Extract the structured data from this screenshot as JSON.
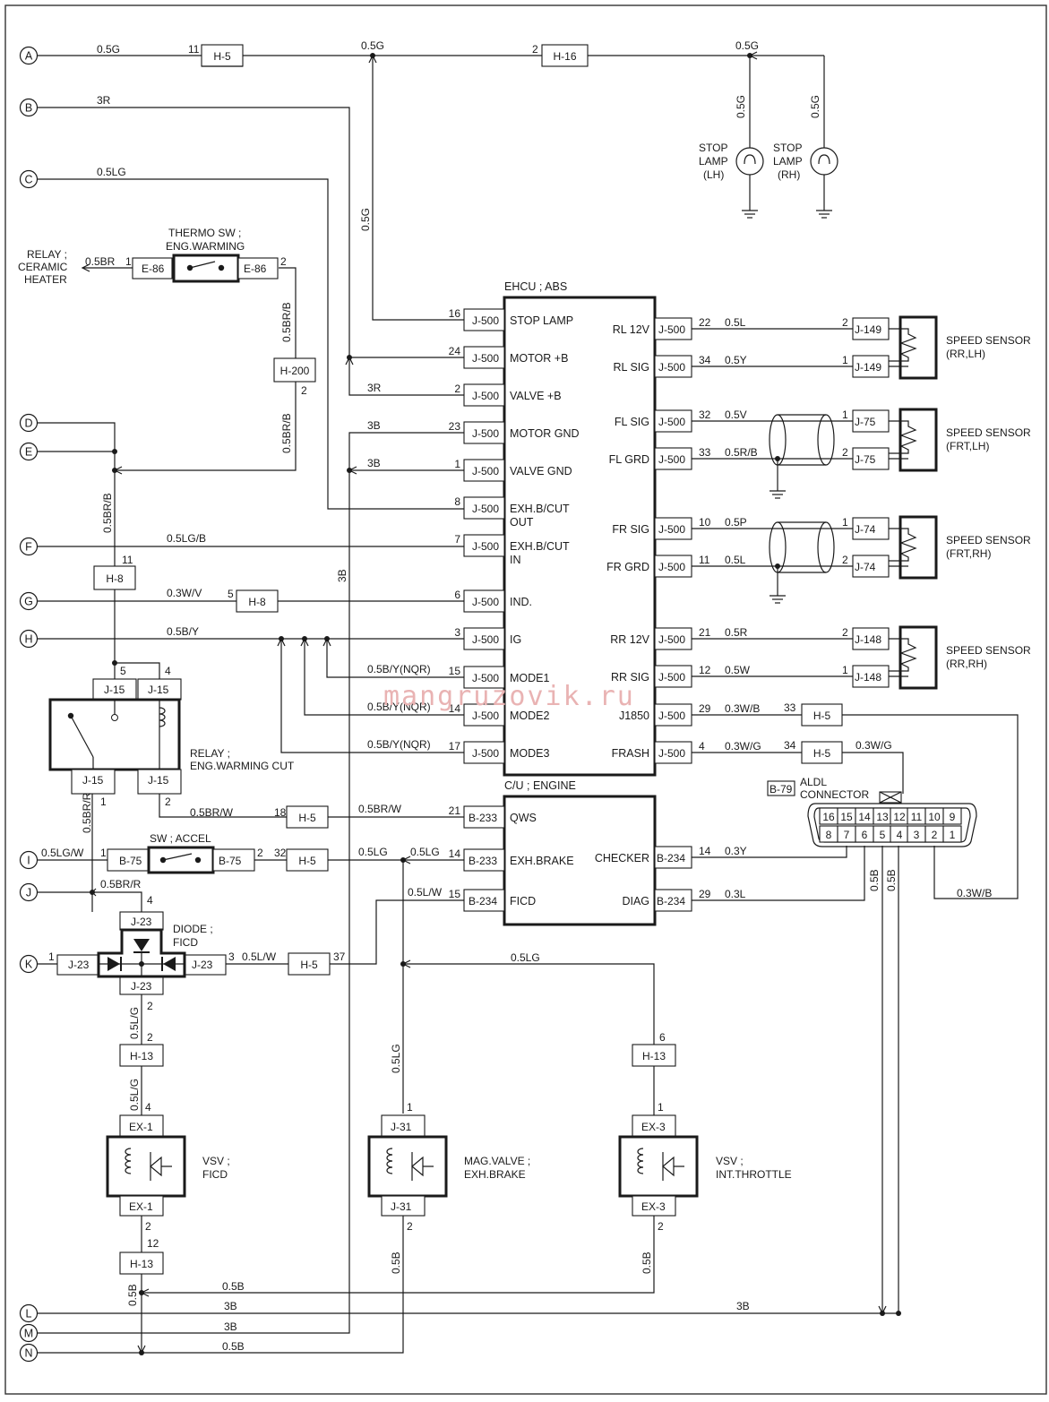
{
  "terminals": [
    "A",
    "B",
    "C",
    "D",
    "E",
    "F",
    "G",
    "H",
    "I",
    "J",
    "K",
    "L",
    "M",
    "N"
  ],
  "watermark": "mangruzovik.ru",
  "ehcu": {
    "title": "EHCU ; ABS",
    "left_pins": [
      {
        "pin": "16",
        "conn": "J-500",
        "label": "STOP LAMP"
      },
      {
        "pin": "24",
        "conn": "J-500",
        "label": "MOTOR +B"
      },
      {
        "pin": "2",
        "conn": "J-500",
        "label": "VALVE +B"
      },
      {
        "pin": "23",
        "conn": "J-500",
        "label": "MOTOR GND"
      },
      {
        "pin": "1",
        "conn": "J-500",
        "label": "VALVE GND"
      },
      {
        "pin": "8",
        "conn": "J-500",
        "label": "EXH.B/CUT",
        "label2": "OUT"
      },
      {
        "pin": "7",
        "conn": "J-500",
        "label": "EXH.B/CUT",
        "label2": "IN"
      },
      {
        "pin": "6",
        "conn": "J-500",
        "label": "IND."
      },
      {
        "pin": "3",
        "conn": "J-500",
        "label": "IG"
      },
      {
        "pin": "15",
        "conn": "J-500",
        "label": "MODE1"
      },
      {
        "pin": "14",
        "conn": "J-500",
        "label": "MODE2"
      },
      {
        "pin": "17",
        "conn": "J-500",
        "label": "MODE3"
      }
    ],
    "right_pins": [
      {
        "pin": "22",
        "conn": "J-500",
        "label": "RL 12V",
        "wire": "0.5L"
      },
      {
        "pin": "34",
        "conn": "J-500",
        "label": "RL SIG",
        "wire": "0.5Y"
      },
      {
        "pin": "32",
        "conn": "J-500",
        "label": "FL SIG",
        "wire": "0.5V"
      },
      {
        "pin": "33",
        "conn": "J-500",
        "label": "FL GRD",
        "wire": "0.5R/B"
      },
      {
        "pin": "10",
        "conn": "J-500",
        "label": "FR SIG",
        "wire": "0.5P"
      },
      {
        "pin": "11",
        "conn": "J-500",
        "label": "FR GRD",
        "wire": "0.5L"
      },
      {
        "pin": "21",
        "conn": "J-500",
        "label": "RR 12V",
        "wire": "0.5R"
      },
      {
        "pin": "12",
        "conn": "J-500",
        "label": "RR SIG",
        "wire": "0.5W"
      },
      {
        "pin": "29",
        "conn": "J-500",
        "label": "J1850",
        "wire": "0.3W/B"
      },
      {
        "pin": "4",
        "conn": "J-500",
        "label": "FRASH",
        "wire": "0.3W/G"
      }
    ]
  },
  "cu_engine": {
    "title": "C/U ; ENGINE",
    "left_pins": [
      {
        "pin": "21",
        "conn": "B-233",
        "label": "QWS"
      },
      {
        "pin": "14",
        "conn": "B-233",
        "label": "EXH.BRAKE"
      },
      {
        "pin": "15",
        "conn": "B-234",
        "label": "FICD"
      }
    ],
    "right_pins": [
      {
        "pin": "14",
        "conn": "B-234",
        "label": "CHECKER",
        "wire": "0.3Y"
      },
      {
        "pin": "29",
        "conn": "B-234",
        "label": "DIAG",
        "wire": "0.3L"
      }
    ]
  },
  "speed_sensors": [
    {
      "l1": "SPEED SENSOR",
      "l2": "(RR,LH)",
      "conn": "J-149",
      "pins": [
        "2",
        "1"
      ]
    },
    {
      "l1": "SPEED SENSOR",
      "l2": "(FRT,LH)",
      "conn": "J-75",
      "pins": [
        "1",
        "2"
      ]
    },
    {
      "l1": "SPEED SENSOR",
      "l2": "(FRT,RH)",
      "conn": "J-74",
      "pins": [
        "1",
        "2"
      ]
    },
    {
      "l1": "SPEED SENSOR",
      "l2": "(RR,RH)",
      "conn": "J-148",
      "pins": [
        "2",
        "1"
      ]
    }
  ],
  "stop_lamps": [
    {
      "l1": "STOP",
      "l2": "LAMP",
      "l3": "(LH)"
    },
    {
      "l1": "STOP",
      "l2": "LAMP",
      "l3": "(RH)"
    }
  ],
  "aldl": {
    "conn": "B-79",
    "l1": "ALDL",
    "l2": "CONNECTOR",
    "top_pins": [
      "16",
      "15",
      "14",
      "13",
      "12",
      "11",
      "10",
      "9"
    ],
    "bottom_pins": [
      "8",
      "7",
      "6",
      "5",
      "4",
      "3",
      "2",
      "1"
    ]
  },
  "thermo_sw": {
    "l1": "THERMO SW ;",
    "l2": "ENG.WARMING",
    "conn": "E-86",
    "pins": [
      "1",
      "2"
    ]
  },
  "relay_ceramic": {
    "l1": "RELAY ;",
    "l2": "CERAMIC",
    "l3": "HEATER",
    "wire": "0.5BR"
  },
  "relay_warming": {
    "l1": "RELAY ;",
    "l2": "ENG.WARMING CUT",
    "conn": "J-15",
    "pins": [
      "5",
      "4",
      "1",
      "2"
    ]
  },
  "sw_accel": {
    "label": "SW ; ACCEL",
    "conn": "B-75",
    "pins": [
      "1",
      "2"
    ]
  },
  "diode": {
    "l1": "DIODE ;",
    "l2": "FICD",
    "conn": "J-23",
    "pins": [
      "4",
      "1",
      "3",
      "2"
    ]
  },
  "vsv_ficd": {
    "l1": "VSV ;",
    "l2": "FICD",
    "conn": "EX-1",
    "pins": [
      "4",
      "2"
    ]
  },
  "mag_valve": {
    "l1": "MAG.VALVE ;",
    "l2": "EXH.BRAKE",
    "conn": "J-31",
    "pins": [
      "1",
      "2"
    ]
  },
  "vsv_throttle": {
    "l1": "VSV ;",
    "l2": "INT.THROTTLE",
    "conn": "EX-3",
    "pins": [
      "1",
      "2"
    ]
  },
  "connectors": {
    "h5": "H-5",
    "h16": "H-16",
    "h200": "H-200",
    "h8": "H-8",
    "h13": "H-13"
  },
  "wire_labels": {
    "a1": "0.5G",
    "a2": "0.5G",
    "a3": "0.5G",
    "lamp1": "0.5G",
    "lamp2": "0.5G",
    "a_down": "0.5G",
    "b": "3R",
    "b2": "3R",
    "c": "0.5LG",
    "br": "0.5BR/B",
    "br2": "0.5BR/B",
    "br3": "0.5BR/B",
    "br4": "0.5BR/B",
    "gnd3b1": "3B",
    "gnd3b2": "3B",
    "gnd3b3": "3B",
    "f": "0.5LG/B",
    "g": "0.3W/V",
    "h": "0.5B/Y",
    "nqr1": "0.5B/Y(NQR)",
    "nqr2": "0.5B/Y(NQR)",
    "nqr3": "0.5B/Y(NQR)",
    "brw1": "0.5BR/W",
    "brw2": "0.5BR/W",
    "brw3": "0.5BR/W",
    "i": "0.5LG/W",
    "lg1": "0.5LG",
    "lg2": "0.5LG",
    "lg3": "0.5LG",
    "lg4": "0.5LG",
    "lw1": "0.5L/W",
    "lw2": "0.5L/W",
    "j": "0.5BR/R",
    "lg5": "0.5L/G",
    "lg6": "0.5L/G",
    "b1": "0.5B",
    "b2b": "0.5B",
    "b3": "0.5B",
    "b4": "0.5B",
    "b5": "0.5B",
    "b6": "0.5B",
    "b7": "0.5B",
    "l3b": "3B",
    "l3b2": "3B",
    "m3b": "3B",
    "n05b": "0.5B",
    "wg": "0.3W/G",
    "wb": "0.3W/B"
  },
  "pin_numbers": {
    "h5a": "11",
    "h16a": "2",
    "h8": "11",
    "h8g": "5",
    "h200": "2",
    "h5_18": "18",
    "h5_32": "32",
    "b75b": "2",
    "h5_37": "37",
    "h5_33": "33",
    "h5_34": "34",
    "h13a": "2",
    "h13b": "12",
    "h13c": "6",
    "j23l": "1",
    "j23r": "3"
  }
}
